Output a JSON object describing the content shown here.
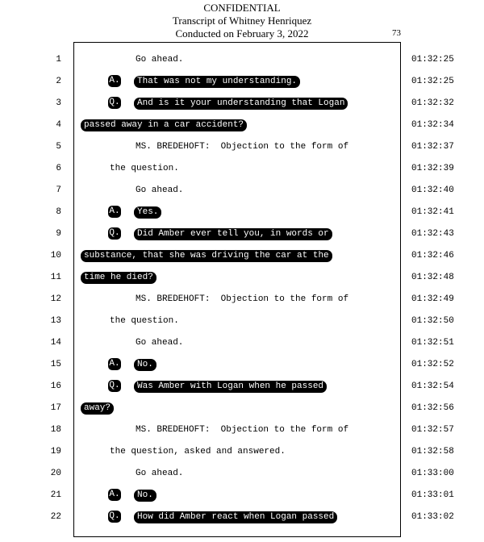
{
  "header": {
    "confidential": "CONFIDENTIAL",
    "transcript_title": "Transcript of Whitney Henriquez",
    "conducted": "Conducted on February 3, 2022",
    "page_number": "73"
  },
  "lines": [
    {
      "n": "1",
      "time": "01:32:25",
      "tag": "",
      "text": "Go ahead.",
      "highlight": false,
      "indent": "far"
    },
    {
      "n": "2",
      "time": "01:32:25",
      "tag": "A.",
      "text": "That was not my understanding.",
      "highlight": true,
      "indent": "qa"
    },
    {
      "n": "3",
      "time": "01:32:32",
      "tag": "Q.",
      "text": "And is it your understanding that Logan",
      "highlight": true,
      "indent": "qa"
    },
    {
      "n": "4",
      "time": "01:32:34",
      "tag": "",
      "text": "passed away in a car accident?",
      "highlight": true,
      "indent": "none"
    },
    {
      "n": "5",
      "time": "01:32:37",
      "tag": "",
      "text": "MS. BREDEHOFT:  Objection to the form of",
      "highlight": false,
      "indent": "far"
    },
    {
      "n": "6",
      "time": "01:32:39",
      "tag": "",
      "text": "the question.",
      "highlight": false,
      "indent": "near"
    },
    {
      "n": "7",
      "time": "01:32:40",
      "tag": "",
      "text": "Go ahead.",
      "highlight": false,
      "indent": "far"
    },
    {
      "n": "8",
      "time": "01:32:41",
      "tag": "A.",
      "text": "Yes.",
      "highlight": true,
      "indent": "qa"
    },
    {
      "n": "9",
      "time": "01:32:43",
      "tag": "Q.",
      "text": "Did Amber ever tell you, in words or",
      "highlight": true,
      "indent": "qa"
    },
    {
      "n": "10",
      "time": "01:32:46",
      "tag": "",
      "text": "substance, that she was driving the car at the",
      "highlight": true,
      "indent": "none"
    },
    {
      "n": "11",
      "time": "01:32:48",
      "tag": "",
      "text": "time he died?",
      "highlight": true,
      "indent": "none"
    },
    {
      "n": "12",
      "time": "01:32:49",
      "tag": "",
      "text": "MS. BREDEHOFT:  Objection to the form of",
      "highlight": false,
      "indent": "far"
    },
    {
      "n": "13",
      "time": "01:32:50",
      "tag": "",
      "text": "the question.",
      "highlight": false,
      "indent": "near"
    },
    {
      "n": "14",
      "time": "01:32:51",
      "tag": "",
      "text": "Go ahead.",
      "highlight": false,
      "indent": "far"
    },
    {
      "n": "15",
      "time": "01:32:52",
      "tag": "A.",
      "text": "No.",
      "highlight": true,
      "indent": "qa"
    },
    {
      "n": "16",
      "time": "01:32:54",
      "tag": "Q.",
      "text": "Was Amber with Logan when he passed",
      "highlight": true,
      "indent": "qa"
    },
    {
      "n": "17",
      "time": "01:32:56",
      "tag": "",
      "text": "away?",
      "highlight": true,
      "indent": "none"
    },
    {
      "n": "18",
      "time": "01:32:57",
      "tag": "",
      "text": "MS. BREDEHOFT:  Objection to the form of",
      "highlight": false,
      "indent": "far"
    },
    {
      "n": "19",
      "time": "01:32:58",
      "tag": "",
      "text": "the question, asked and answered.",
      "highlight": false,
      "indent": "near"
    },
    {
      "n": "20",
      "time": "01:33:00",
      "tag": "",
      "text": "Go ahead.",
      "highlight": false,
      "indent": "far"
    },
    {
      "n": "21",
      "time": "01:33:01",
      "tag": "A.",
      "text": "No.",
      "highlight": true,
      "indent": "qa"
    },
    {
      "n": "22",
      "time": "01:33:02",
      "tag": "Q.",
      "text": "How did Amber react when Logan passed",
      "highlight": true,
      "indent": "qa"
    }
  ]
}
